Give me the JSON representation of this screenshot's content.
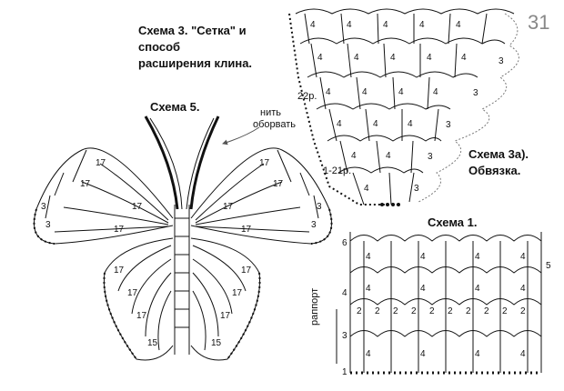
{
  "page_number": "31",
  "scheme3": {
    "title_l1": "Схема 3. \"Сетка\" и",
    "title_l2": "способ",
    "title_l3": "расширения клина.",
    "row_top": "22р.",
    "row_bottom": "1-21р."
  },
  "scheme3a": {
    "title_l1": "Схема 3а).",
    "title_l2": "Обвязка."
  },
  "scheme5": {
    "title": "Схема 5.",
    "note_l1": "нить",
    "note_l2": "оборвать"
  },
  "scheme1": {
    "title": "Схема 1.",
    "side_label": "раппорт"
  },
  "symbols": {
    "four": "4",
    "three": "3",
    "two": "2",
    "five": "5",
    "six": "6",
    "one": "1",
    "seventeen": "17",
    "fifteen": "15"
  }
}
